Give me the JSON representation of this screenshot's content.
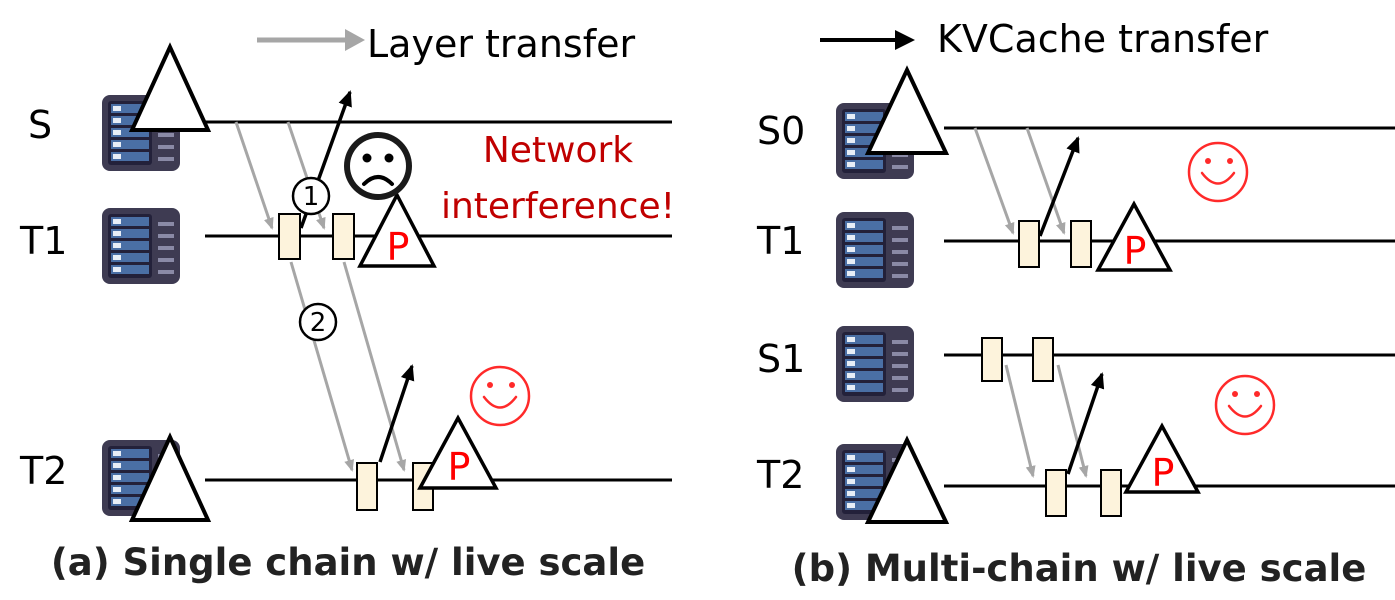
{
  "legend": {
    "layer_transfer": "Layer transfer",
    "kvcache_transfer": "KVCache  transfer"
  },
  "panel_a": {
    "caption": "(a) Single chain w/ live scale",
    "warning_line1": "Network",
    "warning_line2": "interference!",
    "nodes": {
      "s": "S",
      "t1": "T1",
      "t2": "T2"
    },
    "step1": "1",
    "step2": "2",
    "prefill_label": "P"
  },
  "panel_b": {
    "caption": "(b) Multi-chain  w/ live scale",
    "nodes": {
      "s0": "S0",
      "t1": "T1",
      "s1": "S1",
      "t2": "T2"
    },
    "prefill_label": "P"
  },
  "icons": {
    "server": "server-icon",
    "model": "model-triangle-icon",
    "prefill": "prefill-triangle-icon",
    "sad": "sad-face-icon",
    "smile": "smile-face-icon"
  },
  "colors": {
    "layer_arrow": "#a6a6a6",
    "kv_arrow": "#000000",
    "block_fill": "#fdf3dc",
    "warning": "#c00000",
    "prefill_letter": "#ff0000",
    "smile": "#ff2a2a"
  }
}
